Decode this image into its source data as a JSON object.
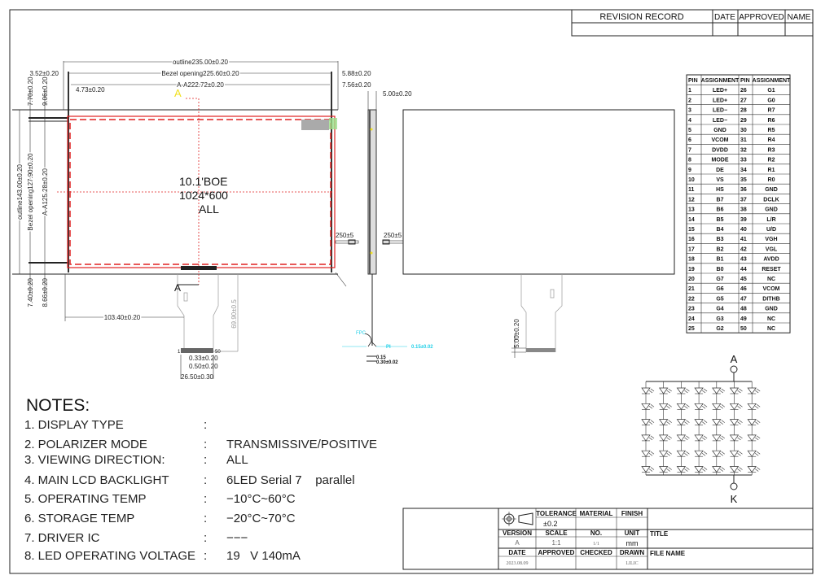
{
  "revision": {
    "title": "REVISION RECORD",
    "date": "DATE",
    "approved": "APPROVED",
    "name": "NAME"
  },
  "dims": {
    "outline_w": "outline235.00±0.20",
    "bezel_w": "Bezel opening225.60±0.20",
    "aa_w": "A-A222.72±0.20",
    "left1": "3.52±0.20",
    "left2": "4.73±0.20",
    "right1": "5.88±0.20",
    "right2": "7.56±0.20",
    "thickness": "5.00±0.20",
    "top1": "7.70±0.20",
    "top2": "9.06±0.20",
    "outline_h": "outline143.00±0.20",
    "bezel_h": "Bezel opening127.90±0.20",
    "aa_h": "A-A125.28±0.20",
    "bot1": "7.40±0.20",
    "bot2": "8.66±0.20",
    "fpc_offset": "103.40±0.20",
    "fpc_len": "69.90±0.5",
    "pitch1": "0.33±0.20",
    "pitch2": "0.50±0.20",
    "fpc_width": "26.50±0.30",
    "wire_left": "250±5",
    "wire_right": "250±5",
    "back_fpc": "5.00±0.20",
    "fpc_label": "FPC",
    "pi_label": "PI",
    "pi_thk": "0.15±0.02",
    "t1": "0.15",
    "t2": "0.30±0.02",
    "pin_first": "1",
    "pin_last": "50",
    "marker_a": "A"
  },
  "panel": {
    "line1": "10.1'BOE",
    "line2": "1024*600",
    "line3": "ALL"
  },
  "pin_table": {
    "headers": [
      "PIN",
      "ASSIGNMENT",
      "PIN",
      "ASSIGNMENT"
    ],
    "rows": [
      [
        "1",
        "LED+",
        "26",
        "G1"
      ],
      [
        "2",
        "LED+",
        "27",
        "G0"
      ],
      [
        "3",
        "LED−",
        "28",
        "R7"
      ],
      [
        "4",
        "LED−",
        "29",
        "R6"
      ],
      [
        "5",
        "GND",
        "30",
        "R5"
      ],
      [
        "6",
        "VCOM",
        "31",
        "R4"
      ],
      [
        "7",
        "DVDD",
        "32",
        "R3"
      ],
      [
        "8",
        "MODE",
        "33",
        "R2"
      ],
      [
        "9",
        "DE",
        "34",
        "R1"
      ],
      [
        "10",
        "VS",
        "35",
        "R0"
      ],
      [
        "11",
        "HS",
        "36",
        "GND"
      ],
      [
        "12",
        "B7",
        "37",
        "DCLK"
      ],
      [
        "13",
        "B6",
        "38",
        "GND"
      ],
      [
        "14",
        "B5",
        "39",
        "L/R"
      ],
      [
        "15",
        "B4",
        "40",
        "U/D"
      ],
      [
        "16",
        "B3",
        "41",
        "VGH"
      ],
      [
        "17",
        "B2",
        "42",
        "VGL"
      ],
      [
        "18",
        "B1",
        "43",
        "AVDD"
      ],
      [
        "19",
        "B0",
        "44",
        "RESET"
      ],
      [
        "20",
        "G7",
        "45",
        "NC"
      ],
      [
        "21",
        "G6",
        "46",
        "VCOM"
      ],
      [
        "22",
        "G5",
        "47",
        "DITHB"
      ],
      [
        "23",
        "G4",
        "48",
        "GND"
      ],
      [
        "24",
        "G3",
        "49",
        "NC"
      ],
      [
        "25",
        "G2",
        "50",
        "NC"
      ]
    ]
  },
  "led_circuit": {
    "anode": "A",
    "cathode": "K",
    "columns": 7,
    "rows": 6
  },
  "notes": {
    "title": "NOTES:",
    "items": [
      {
        "label": "1. DISPLAY TYPE",
        "value": ""
      },
      {
        "label": "2. POLARIZER MODE",
        "value": "TRANSMISSIVE/POSITIVE"
      },
      {
        "label": "3. VIEWING DIRECTION:",
        "value": "ALL"
      },
      {
        "label": "4. MAIN LCD BACKLIGHT",
        "value": "6LED Serial 7    parallel"
      },
      {
        "label": "5. OPERATING TEMP",
        "value": "−10°C~60°C"
      },
      {
        "label": "6. STORAGE TEMP",
        "value": "−20°C~70°C"
      },
      {
        "label": "7. DRIVER IC",
        "value": "−−−"
      },
      {
        "label": "8. LED OPERATING VOLTAGE",
        "value": "19   V 140mA"
      }
    ]
  },
  "title_block": {
    "tolerance_label": "TOLERANCE",
    "tolerance": "±0.2",
    "material_label": "MATERIAL",
    "finish_label": "FINISH",
    "version_label": "VERSION",
    "version": "A",
    "scale_label": "SCALE",
    "scale": "1:1",
    "no_label": "NO.",
    "no": "1/1",
    "unit_label": "UNIT",
    "unit": "mm",
    "title_label": "TITLE",
    "date_label": "DATE",
    "date": "2023.08.09",
    "approved_label": "APPROVED",
    "checked_label": "CHECKED",
    "drawn_label": "DRAWN",
    "drawn": "LILIC",
    "filename_label": "FILE NAME"
  },
  "colors": {
    "red": "#e02020",
    "yellow": "#f0e020",
    "cyan": "#22d0e8",
    "green": "#9be08a"
  }
}
